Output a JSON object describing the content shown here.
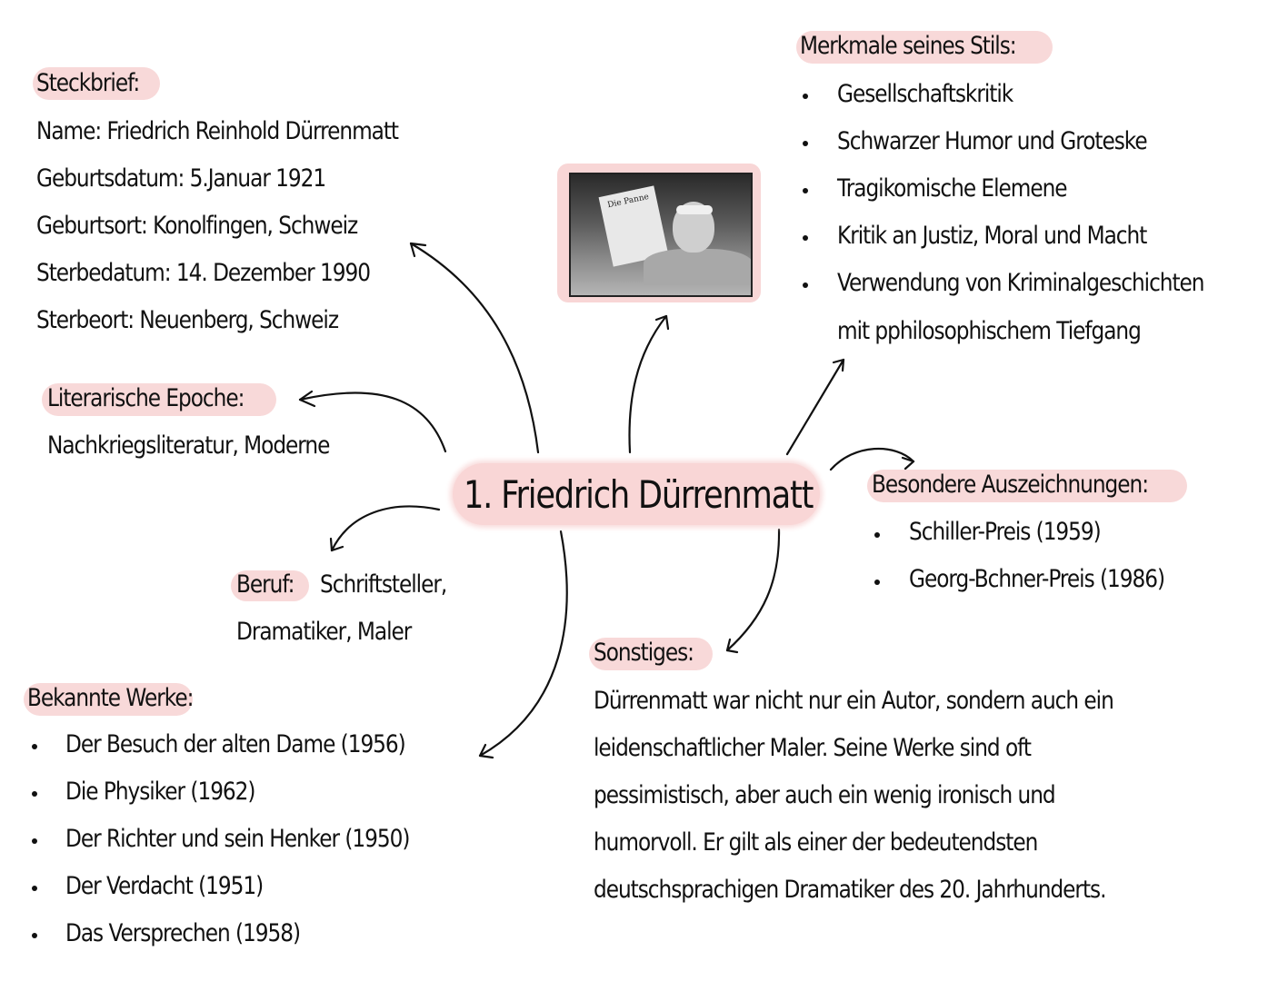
{
  "central_topic": "1. Friedrich Dürrenmatt",
  "colors": {
    "highlight": "#f8d9d9",
    "text": "#111111",
    "background": "#ffffff"
  },
  "steckbrief": {
    "heading": "Steckbrief:",
    "lines": [
      "Name: Friedrich Reinhold Dürrenmatt",
      "Geburtsdatum: 5.Januar 1921",
      "Geburtsort: Konolfingen, Schweiz",
      "Sterbedatum: 14. Dezember 1990",
      "Sterbeort: Neuenberg, Schweiz"
    ]
  },
  "epoche": {
    "heading": "Literarische Epoche:",
    "text": "Nachkriegsliteratur, Moderne"
  },
  "beruf": {
    "heading": "Beruf:",
    "line1": "Schriftsteller,",
    "line2": "Dramatiker, Maler"
  },
  "werke": {
    "heading": "Bekannte Werke:",
    "items": [
      "Der Besuch der alten Dame (1956)",
      "Die Physiker (1962)",
      "Der Richter und sein Henker (1950)",
      "Der Verdacht (1951)",
      "Das Versprechen (1958)"
    ]
  },
  "photo": {
    "newspaper_title": "Die Panne"
  },
  "stil": {
    "heading": "Merkmale seines Stils:",
    "items": [
      "Gesellschaftskritik",
      "Schwarzer Humor und Groteske",
      "Tragikomische Elemene",
      "Kritik an Justiz, Moral und Macht",
      "Verwendung von Kriminalgeschichten"
    ],
    "continuation": "mit pphilosophischem Tiefgang"
  },
  "auszeichnungen": {
    "heading": "Besondere Auszeichnungen:",
    "items": [
      "Schiller-Preis (1959)",
      "Georg-Bchner-Preis (1986)"
    ]
  },
  "sonstiges": {
    "heading": "Sonstiges:",
    "lines": [
      "Dürrenmatt war nicht nur ein Autor, sondern auch ein",
      "leidenschaftlicher Maler. Seine Werke sind oft",
      "pessimistisch, aber auch ein wenig ironisch und",
      "humorvoll. Er gilt als einer der bedeutendsten",
      "deutschsprachigen Dramatiker des 20. Jahrhunderts."
    ]
  }
}
